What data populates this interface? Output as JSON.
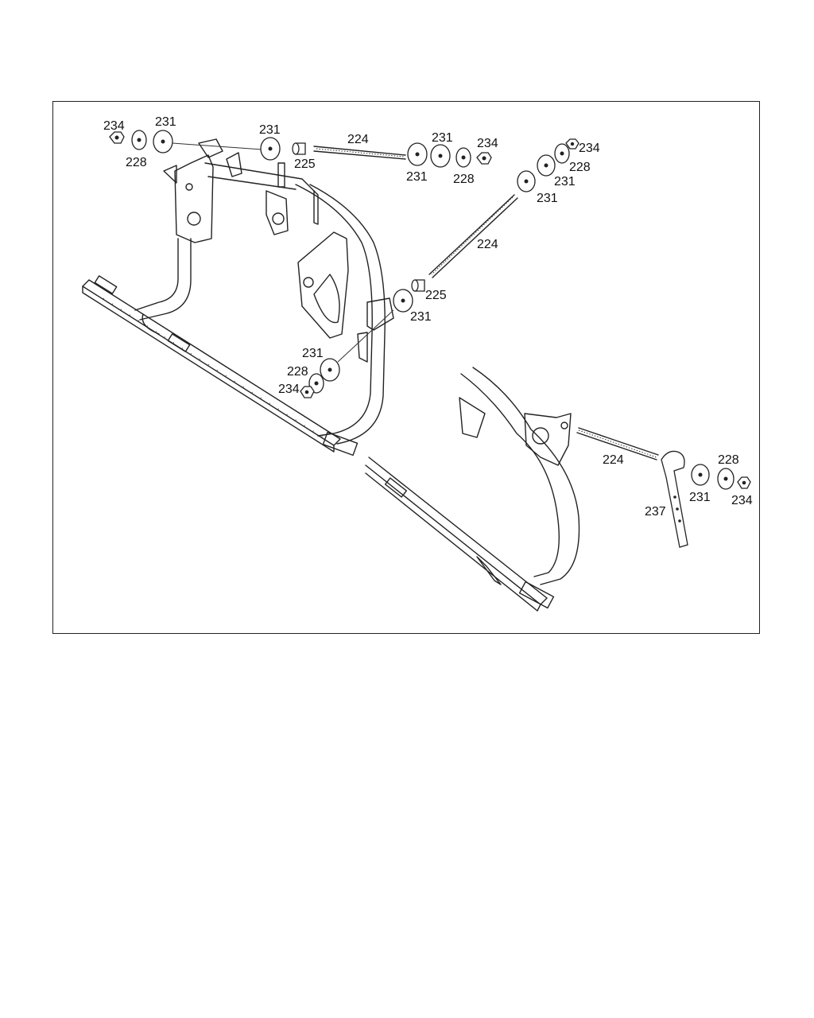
{
  "diagram": {
    "labels": [
      {
        "id": "l1",
        "text": "234"
      },
      {
        "id": "l2",
        "text": "231"
      },
      {
        "id": "l3",
        "text": "228"
      },
      {
        "id": "l4",
        "text": "231"
      },
      {
        "id": "l5",
        "text": "224"
      },
      {
        "id": "l6",
        "text": "225"
      },
      {
        "id": "l7",
        "text": "231"
      },
      {
        "id": "l8",
        "text": "231"
      },
      {
        "id": "l9",
        "text": "228"
      },
      {
        "id": "l10",
        "text": "234"
      },
      {
        "id": "l11",
        "text": "234"
      },
      {
        "id": "l12",
        "text": "228"
      },
      {
        "id": "l13",
        "text": "231"
      },
      {
        "id": "l14",
        "text": "231"
      },
      {
        "id": "l15",
        "text": "224"
      },
      {
        "id": "l16",
        "text": "225"
      },
      {
        "id": "l17",
        "text": "231"
      },
      {
        "id": "l18",
        "text": "231"
      },
      {
        "id": "l19",
        "text": "228"
      },
      {
        "id": "l20",
        "text": "234"
      },
      {
        "id": "l21",
        "text": "224"
      },
      {
        "id": "l22",
        "text": "228"
      },
      {
        "id": "l23",
        "text": "231"
      },
      {
        "id": "l24",
        "text": "234"
      },
      {
        "id": "l25",
        "text": "237"
      }
    ]
  }
}
